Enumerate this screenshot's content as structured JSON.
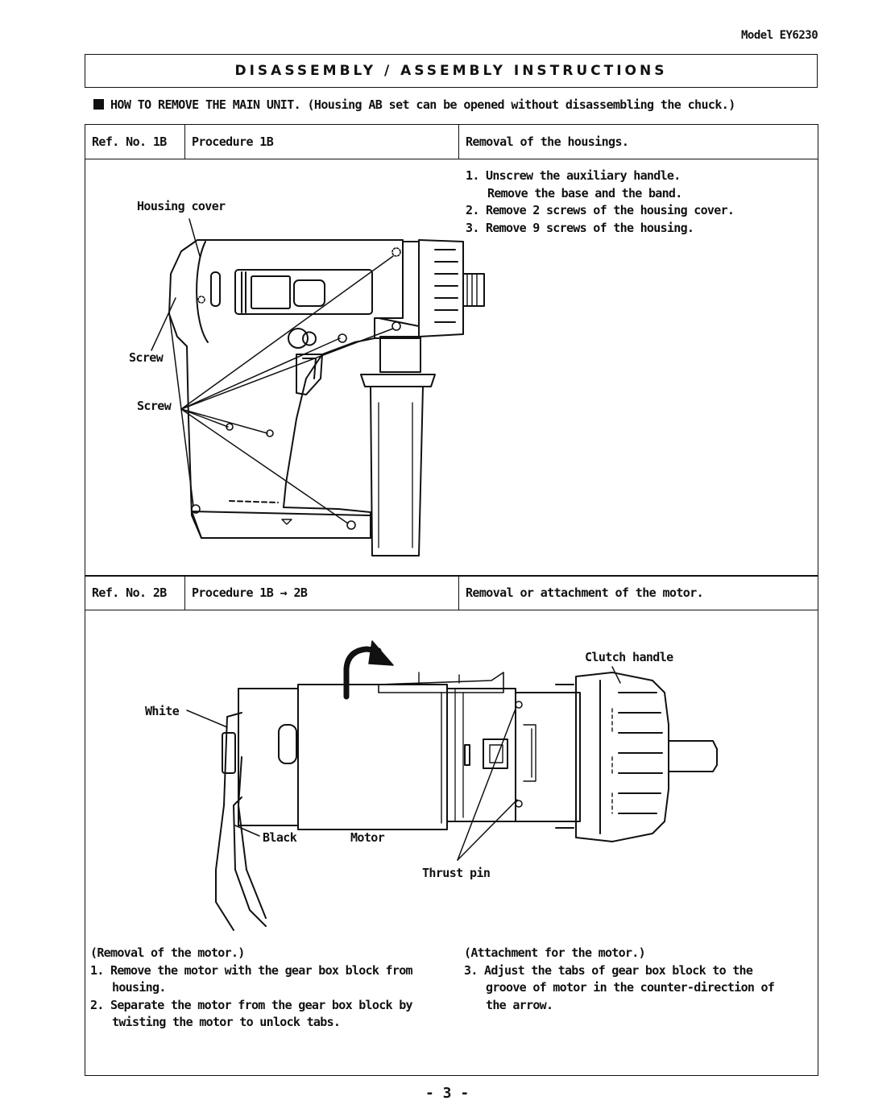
{
  "header": {
    "model": "Model EY6230",
    "title": "DISASSEMBLY / ASSEMBLY INSTRUCTIONS",
    "intro": "HOW TO REMOVE THE MAIN UNIT. (Housing AB set can be opened without disassembling the chuck.)"
  },
  "step1": {
    "ref": "Ref. No. 1B",
    "procedure": "Procedure 1B",
    "description": "Removal of the housings.",
    "instructions": [
      "1. Unscrew the auxiliary handle.",
      "   Remove the base and the band.",
      "2. Remove 2 screws of the housing cover.",
      "3. Remove 9 screws of the housing."
    ],
    "labels": {
      "housing_cover": "Housing cover",
      "screw_1": "Screw",
      "screw_2": "Screw"
    }
  },
  "step2": {
    "ref": "Ref. No. 2B",
    "procedure": "Procedure 1B → 2B",
    "description": "Removal or attachment of the motor.",
    "labels": {
      "clutch_handle": "Clutch handle",
      "white": "White",
      "black": "Black",
      "motor": "Motor",
      "thrust_pin": "Thrust pin"
    },
    "removal_title": "(Removal of the motor.)",
    "removal_steps": [
      "1. Remove the motor with the gear box block from",
      "   housing.",
      "2. Separate the motor from the gear box block by",
      "   twisting the motor to unlock tabs."
    ],
    "attachment_title": "(Attachment for the motor.)",
    "attachment_steps": [
      "3. Adjust the tabs of gear box block to the",
      "   groove of motor in the counter-direction of",
      "   the arrow."
    ]
  },
  "footer": {
    "page_number": "- 3 -"
  }
}
